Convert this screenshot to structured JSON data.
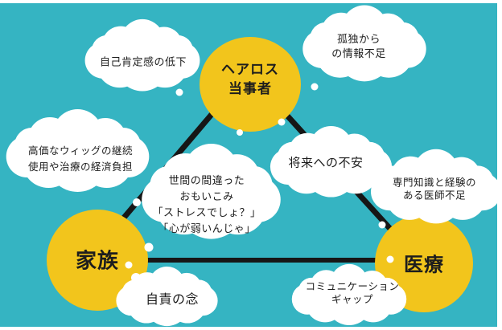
{
  "colors": {
    "background_frame": "#ffffff",
    "canvas_teal": "#35b4c2",
    "node_yellow": "#f2c51c",
    "connector_black": "#161616",
    "cloud_white": "#ffffff",
    "text_dark": "#1d1d1d"
  },
  "nodes": {
    "sufferer": {
      "lines": [
        "ヘアロス",
        "当事者"
      ]
    },
    "family": {
      "label": "家族"
    },
    "medical": {
      "label": "医療"
    }
  },
  "clouds": {
    "self_esteem": {
      "lines": [
        "自己肯定感の低下"
      ]
    },
    "isolation": {
      "lines": [
        "孤独から",
        "の情報不足"
      ]
    },
    "economic": {
      "lines": [
        "高価なウィッグの継続",
        "使用や治療の経済負担"
      ]
    },
    "misconception": {
      "lines": [
        "世間の間違った",
        "おもいこみ",
        "「ストレスでしょ？」",
        "「心が弱いんじゃ」"
      ]
    },
    "future": {
      "lines": [
        "将来への不安"
      ]
    },
    "expertise": {
      "lines": [
        "専門知識と経験の",
        "ある医師不足"
      ]
    },
    "self_blame": {
      "lines": [
        "自責の念"
      ]
    },
    "communication": {
      "lines": [
        "コミュニケーション",
        "ギャップ"
      ]
    }
  }
}
